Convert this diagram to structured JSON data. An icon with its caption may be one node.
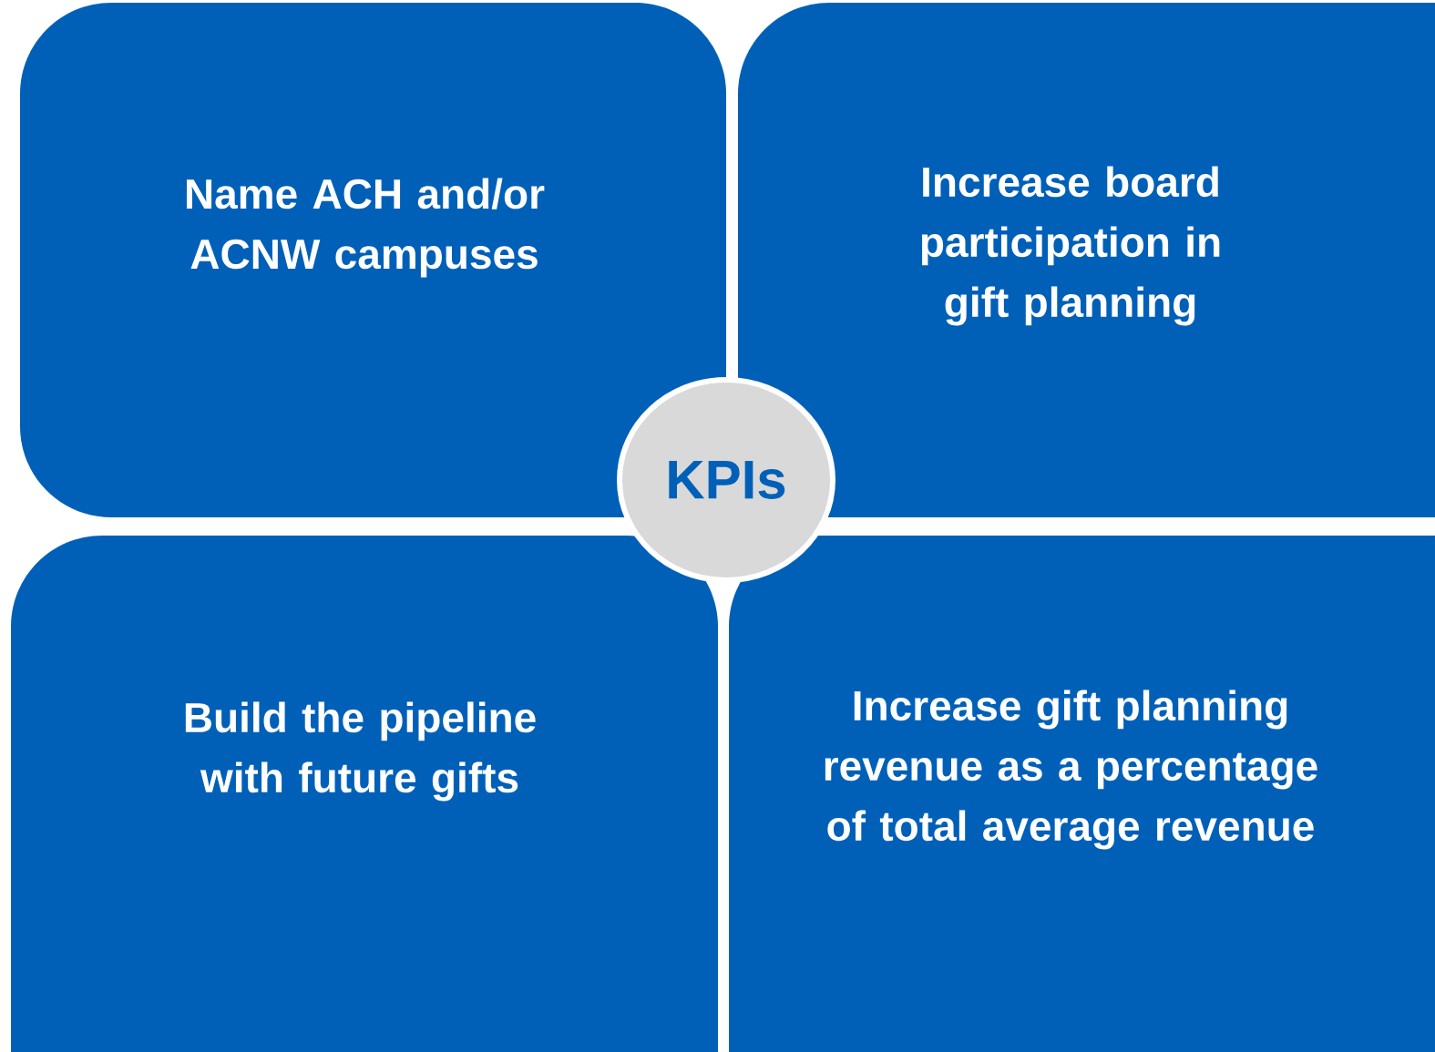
{
  "diagram": {
    "nodes": [
      {
        "text": [
          "Name ACH and/or ACNW campuses"
        ]
      },
      {
        "text": [
          "Increase board participation in gift planning"
        ]
      },
      {
        "text": [
          "KPIs"
        ]
      },
      {
        "text": [
          "Build the pipeline with future gifts"
        ]
      },
      {
        "text": [
          "Increase gift planning revenue as a percentage of total average revenue"
        ]
      }
    ]
  }
}
